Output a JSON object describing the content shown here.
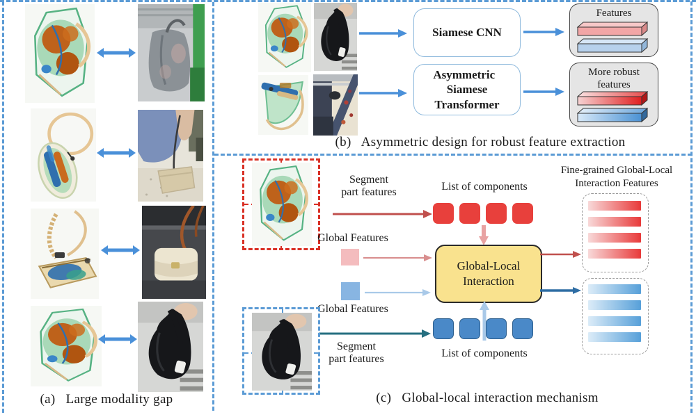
{
  "panel_a": {
    "caption": "(a)   Large modality gap"
  },
  "panel_b": {
    "caption": "(b)   Asymmetric design for robust feature extraction",
    "siamese_cnn_label": "Siamese CNN",
    "asym_line1": "Asymmetric   Siamese",
    "asym_line2": "Transformer",
    "features_label": "Features",
    "robust_line1": "More robust",
    "robust_line2": "features"
  },
  "panel_c": {
    "caption": "(c)   Global-local interaction mechanism",
    "segment_red": {
      "line1": "Segment",
      "line2": "part features"
    },
    "segment_blue": {
      "line1": "Segment",
      "line2": "part features"
    },
    "list_red": "List of components",
    "list_blue": "List of components",
    "global_red": "Global Features",
    "global_blue": "Global Features",
    "interaction": {
      "line1": "Global-Local",
      "line2": "Interaction"
    },
    "output_title": {
      "line1": "Fine-grained Global-Local",
      "line2": "Interaction Features"
    }
  },
  "colors": {
    "frame_dashed_blue": "#5b9bd5",
    "arrow_blue": "#4a90d9",
    "box_border_blue": "#8fbadd",
    "features_panel_grey": "#e5e5e5",
    "bar_pink": "#f2a6a6",
    "bar_light_blue": "#b7d1ec",
    "bar_red_gradient": [
      "#f6d2d2",
      "#e01f1f"
    ],
    "bar_blue_gradient": [
      "#d8e9f8",
      "#4b92d4"
    ],
    "component_red": "#e8403c",
    "component_blue": "#4a89c8",
    "interaction_yellow": "#f9e28e",
    "arrow_red": "#c0504d",
    "arrow_pink": "#e09a9a",
    "arrow_teal": "#266f80",
    "arrow_dark_blue": "#2e6da4",
    "arrow_light_blue": "#a9c9e8",
    "input_dashed_red": "#d93025",
    "input_dashed_blue": "#5b9bd5",
    "output_dashed_grey": "#9a9a9a"
  }
}
